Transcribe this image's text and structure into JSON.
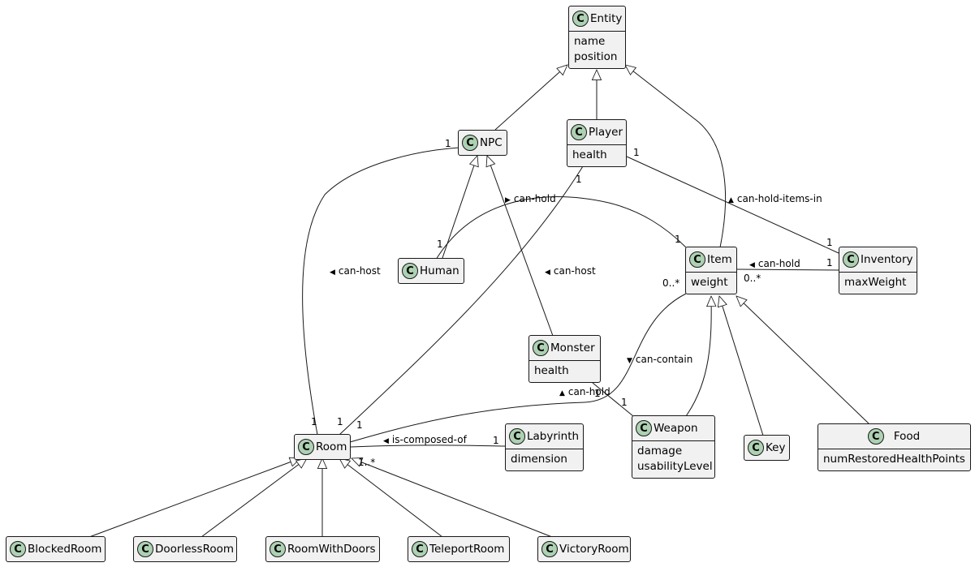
{
  "diagram": {
    "type": "uml-class-diagram",
    "class_icon_letter": "C",
    "colors": {
      "class_fill": "#f1f1f1",
      "class_border": "#181818",
      "icon_fill": "#add1b2",
      "line": "#181818"
    },
    "classes": {
      "entity": {
        "name": "Entity",
        "attrs": [
          "name",
          "position"
        ]
      },
      "npc": {
        "name": "NPC",
        "attrs": []
      },
      "player": {
        "name": "Player",
        "attrs": [
          "health"
        ]
      },
      "human": {
        "name": "Human",
        "attrs": []
      },
      "item": {
        "name": "Item",
        "attrs": [
          "weight"
        ]
      },
      "inventory": {
        "name": "Inventory",
        "attrs": [
          "maxWeight"
        ]
      },
      "monster": {
        "name": "Monster",
        "attrs": [
          "health"
        ]
      },
      "room": {
        "name": "Room",
        "attrs": []
      },
      "labyrinth": {
        "name": "Labyrinth",
        "attrs": [
          "dimension"
        ]
      },
      "weapon": {
        "name": "Weapon",
        "attrs": [
          "damage",
          "usabilityLevel"
        ]
      },
      "key": {
        "name": "Key",
        "attrs": []
      },
      "food": {
        "name": "Food",
        "attrs": [
          "numRestoredHealthPoints"
        ]
      },
      "blocked_room": {
        "name": "BlockedRoom",
        "attrs": []
      },
      "doorless_room": {
        "name": "DoorlessRoom",
        "attrs": []
      },
      "room_with_doors": {
        "name": "RoomWithDoors",
        "attrs": []
      },
      "teleport_room": {
        "name": "TeleportRoom",
        "attrs": []
      },
      "victory_room": {
        "name": "VictoryRoom",
        "attrs": []
      }
    },
    "generalizations": [
      {
        "child": "NPC",
        "parent": "Entity"
      },
      {
        "child": "Player",
        "parent": "Entity"
      },
      {
        "child": "Item",
        "parent": "Entity"
      },
      {
        "child": "Human",
        "parent": "NPC"
      },
      {
        "child": "Monster",
        "parent": "NPC"
      },
      {
        "child": "Weapon",
        "parent": "Item"
      },
      {
        "child": "Key",
        "parent": "Item"
      },
      {
        "child": "Food",
        "parent": "Item"
      },
      {
        "child": "BlockedRoom",
        "parent": "Room"
      },
      {
        "child": "DoorlessRoom",
        "parent": "Room"
      },
      {
        "child": "RoomWithDoors",
        "parent": "Room"
      },
      {
        "child": "TeleportRoom",
        "parent": "Room"
      },
      {
        "child": "VictoryRoom",
        "parent": "Room"
      }
    ],
    "associations": {
      "room_npc": {
        "label": "can-host",
        "from": "Room",
        "to": "NPC",
        "from_mult": "1",
        "to_mult": "1"
      },
      "room_player": {
        "label": "can-host",
        "from": "Room",
        "to": "Player",
        "from_mult": "1",
        "to_mult": "1"
      },
      "human_item": {
        "label": "can-hold",
        "from": "Human",
        "to": "Item",
        "from_mult": "1",
        "to_mult": "1"
      },
      "player_inventory": {
        "label": "can-hold-items-in",
        "from": "Player",
        "to": "Inventory",
        "from_mult": "1",
        "to_mult": "1"
      },
      "inventory_item": {
        "label": "can-hold",
        "from": "Inventory",
        "to": "Item",
        "from_mult": "1",
        "to_mult": "0..*"
      },
      "room_item": {
        "label": "can-contain",
        "from": "Room",
        "to": "Item",
        "from_mult": "1",
        "to_mult": "0..*"
      },
      "monster_weapon": {
        "label": "can-hold",
        "from": "Monster",
        "to": "Weapon",
        "from_mult": "1",
        "to_mult": "1"
      },
      "labyrinth_room": {
        "label": "is-composed-of",
        "from": "Labyrinth",
        "to": "Room",
        "from_mult": "1",
        "to_mult": "1..*"
      }
    },
    "arrow_glyphs": {
      "left": "◀",
      "right": "▶",
      "up": "▲",
      "down": "▼"
    }
  }
}
